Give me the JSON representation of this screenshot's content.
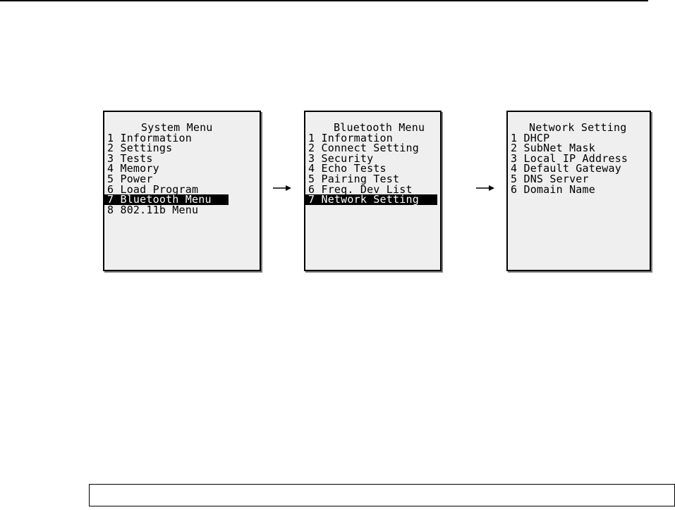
{
  "screens": [
    {
      "title": "System Menu",
      "items": [
        {
          "label": "1 Information",
          "selected": false
        },
        {
          "label": "2 Settings",
          "selected": false
        },
        {
          "label": "3 Tests",
          "selected": false
        },
        {
          "label": "4 Memory",
          "selected": false
        },
        {
          "label": "5 Power",
          "selected": false
        },
        {
          "label": "6 Load Program",
          "selected": false
        },
        {
          "label": "7 Bluetooth Menu",
          "selected": true
        },
        {
          "label": "8 802.11b Menu",
          "selected": false
        }
      ]
    },
    {
      "title": "Bluetooth Menu",
      "items": [
        {
          "label": "1 Information",
          "selected": false
        },
        {
          "label": "2 Connect Setting",
          "selected": false
        },
        {
          "label": "3 Security",
          "selected": false
        },
        {
          "label": "4 Echo Tests",
          "selected": false
        },
        {
          "label": "5 Pairing Test",
          "selected": false
        },
        {
          "label": "6 Freq. Dev List",
          "selected": false
        },
        {
          "label": "7 Network Setting",
          "selected": true
        }
      ]
    },
    {
      "title": "Network Setting",
      "items": [
        {
          "label": "1 DHCP",
          "selected": false
        },
        {
          "label": "2 SubNet Mask",
          "selected": false
        },
        {
          "label": "3 Local IP Address",
          "selected": false
        },
        {
          "label": "4 Default Gateway",
          "selected": false
        },
        {
          "label": "5 DNS Server",
          "selected": false
        },
        {
          "label": "6 Domain Name",
          "selected": false
        }
      ]
    }
  ],
  "arrows": [
    "arrow-right-icon",
    "arrow-right-icon"
  ],
  "colors": {
    "screen_bg": "#efefef",
    "text": "#000000",
    "highlight_bg": "#000000",
    "highlight_text": "#ffffff"
  }
}
